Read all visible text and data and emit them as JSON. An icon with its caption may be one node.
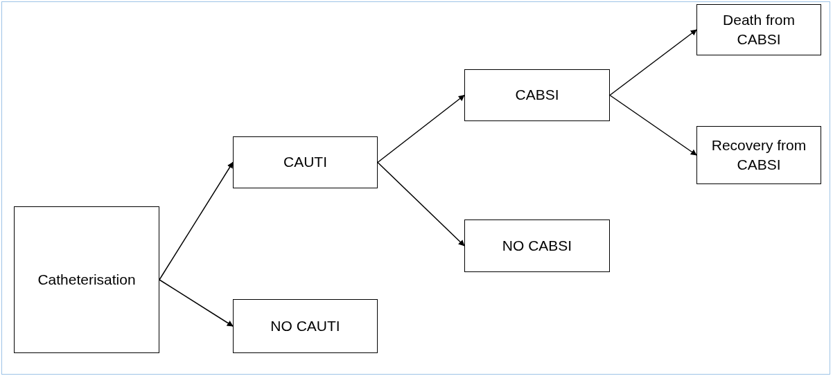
{
  "diagram": {
    "nodes": [
      {
        "text": [
          "Catheterisation"
        ]
      },
      {
        "text": [
          "CAUTI"
        ]
      },
      {
        "text": [
          "NO CAUTI"
        ]
      },
      {
        "text": [
          "CABSI"
        ]
      },
      {
        "text": [
          "NO CABSI"
        ]
      },
      {
        "text": [
          "Death from CABSI"
        ]
      },
      {
        "text": [
          "Recovery from CABSI"
        ]
      }
    ],
    "edges": [
      {
        "from": 0,
        "to": 1,
        "arrow": "to"
      },
      {
        "from": 0,
        "to": 2,
        "arrow": "to"
      },
      {
        "from": 1,
        "to": 3,
        "arrow": "to"
      },
      {
        "from": 1,
        "to": 4,
        "arrow": "to"
      },
      {
        "from": 3,
        "to": 5,
        "arrow": "to"
      },
      {
        "from": 3,
        "to": 6,
        "arrow": "to"
      }
    ]
  }
}
